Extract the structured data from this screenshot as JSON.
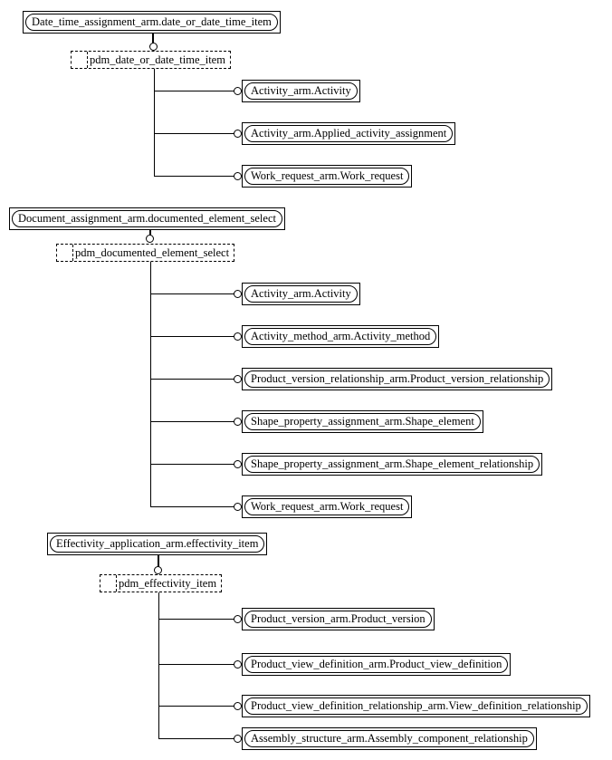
{
  "sections": [
    {
      "parent": "Date_time_assignment_arm.date_or_date_time_item",
      "select": "pdm_date_or_date_time_item",
      "children": [
        "Activity_arm.Activity",
        "Activity_arm.Applied_activity_assignment",
        "Work_request_arm.Work_request"
      ]
    },
    {
      "parent": "Document_assignment_arm.documented_element_select",
      "select": "pdm_documented_element_select",
      "children": [
        "Activity_arm.Activity",
        "Activity_method_arm.Activity_method",
        "Product_version_relationship_arm.Product_version_relationship",
        "Shape_property_assignment_arm.Shape_element",
        "Shape_property_assignment_arm.Shape_element_relationship",
        "Work_request_arm.Work_request"
      ]
    },
    {
      "parent": "Effectivity_application_arm.effectivity_item",
      "select": "pdm_effectivity_item",
      "children": [
        "Product_version_arm.Product_version",
        "Product_view_definition_arm.Product_view_definition",
        "Product_view_definition_relationship_arm.View_definition_relationship",
        "Assembly_structure_arm.Assembly_component_relationship"
      ]
    }
  ]
}
